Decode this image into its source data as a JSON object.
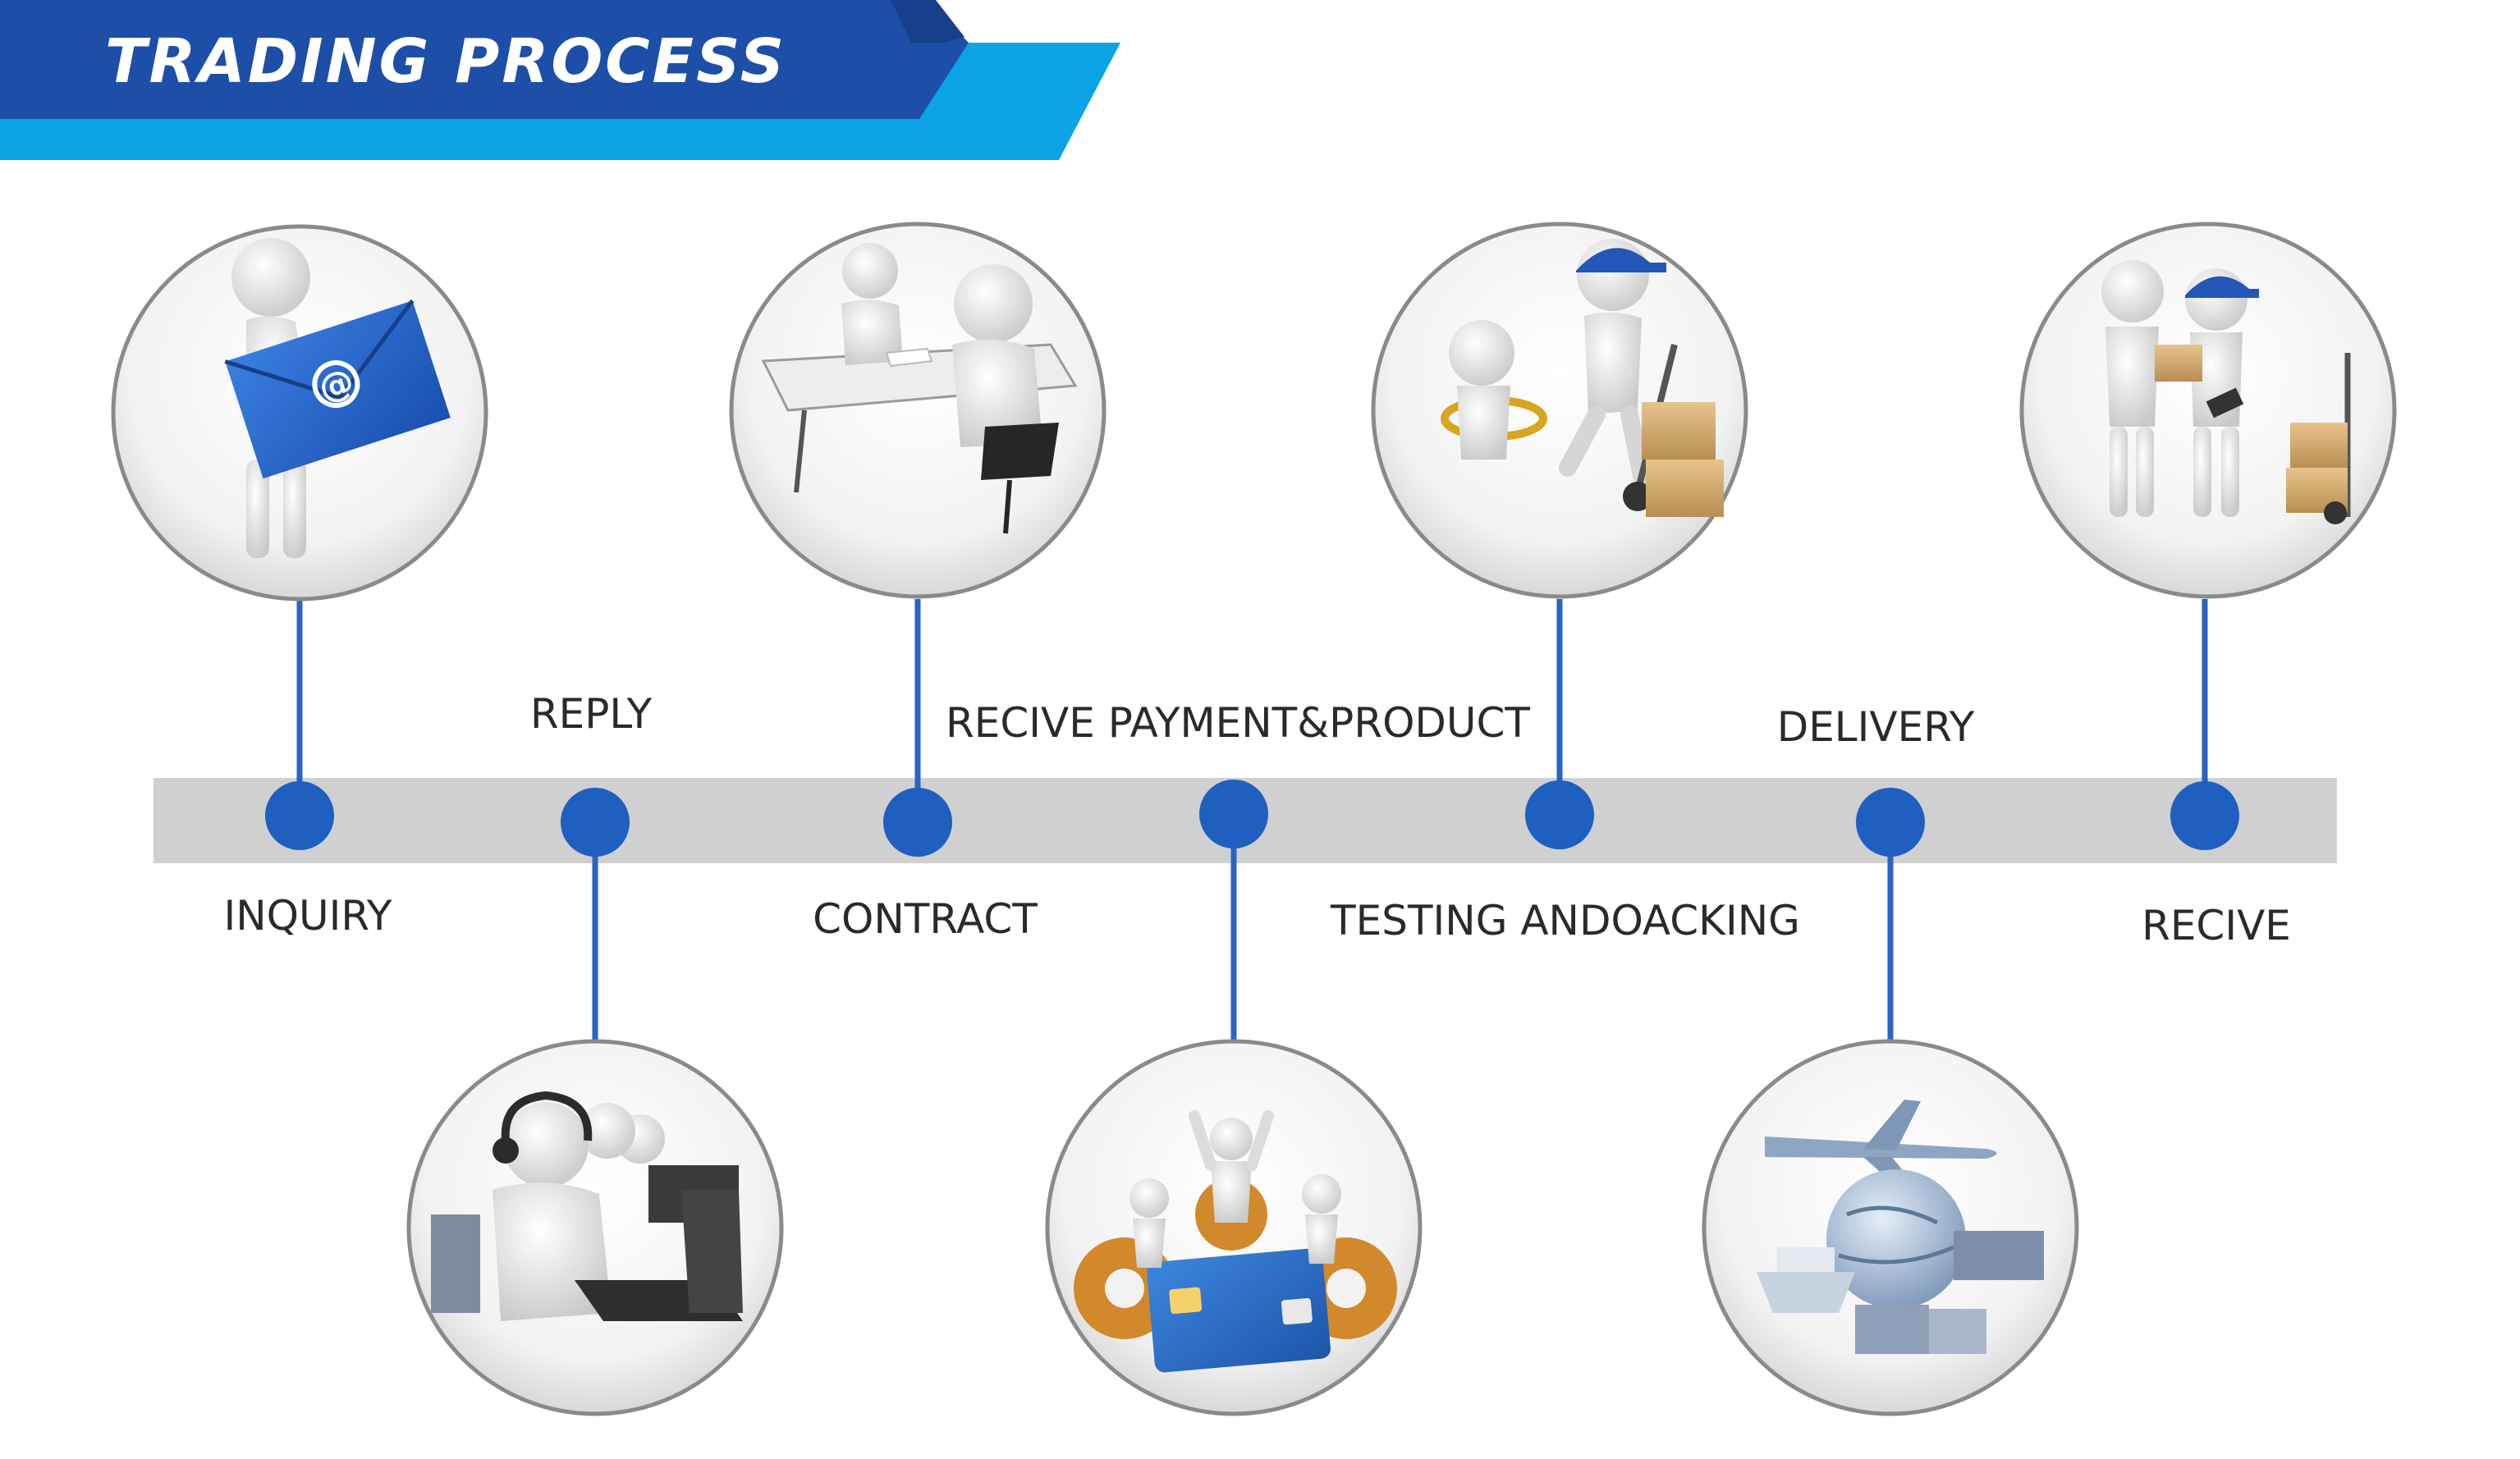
{
  "header": {
    "title": "TRADING PROCESS"
  },
  "colors": {
    "header_dark_blue": "#1d4fa8",
    "header_light_blue": "#0aa3e6",
    "dot_blue": "#1f5fbf",
    "connector_blue": "#2a63c2",
    "timeline_gray": "#d0d0d0",
    "label_text": "#2a2a2a",
    "circle_border": "#8a8a8a"
  },
  "steps": [
    {
      "id": "inquiry",
      "label": "INQUIRY",
      "icon": "figure-holding-email-envelope",
      "position": "above"
    },
    {
      "id": "reply",
      "label": "REPLY",
      "icon": "call-center-agents-with-headsets",
      "position": "below"
    },
    {
      "id": "contract",
      "label": "CONTRACT",
      "icon": "two-figures-signing-at-desk",
      "position": "above"
    },
    {
      "id": "payment",
      "label": "RECIVE PAYMENT&PRODUCT",
      "icon": "figures-on-credit-card-with-gears",
      "position": "below"
    },
    {
      "id": "testing",
      "label": "TESTING ANDOACKING",
      "icon": "inspector-with-magnifier-and-hand-truck",
      "position": "above"
    },
    {
      "id": "delivery",
      "label": "DELIVERY",
      "icon": "airplane-ship-globe-freight",
      "position": "below"
    },
    {
      "id": "receive",
      "label": "RECIVE",
      "icon": "courier-handing-package",
      "position": "above"
    }
  ]
}
